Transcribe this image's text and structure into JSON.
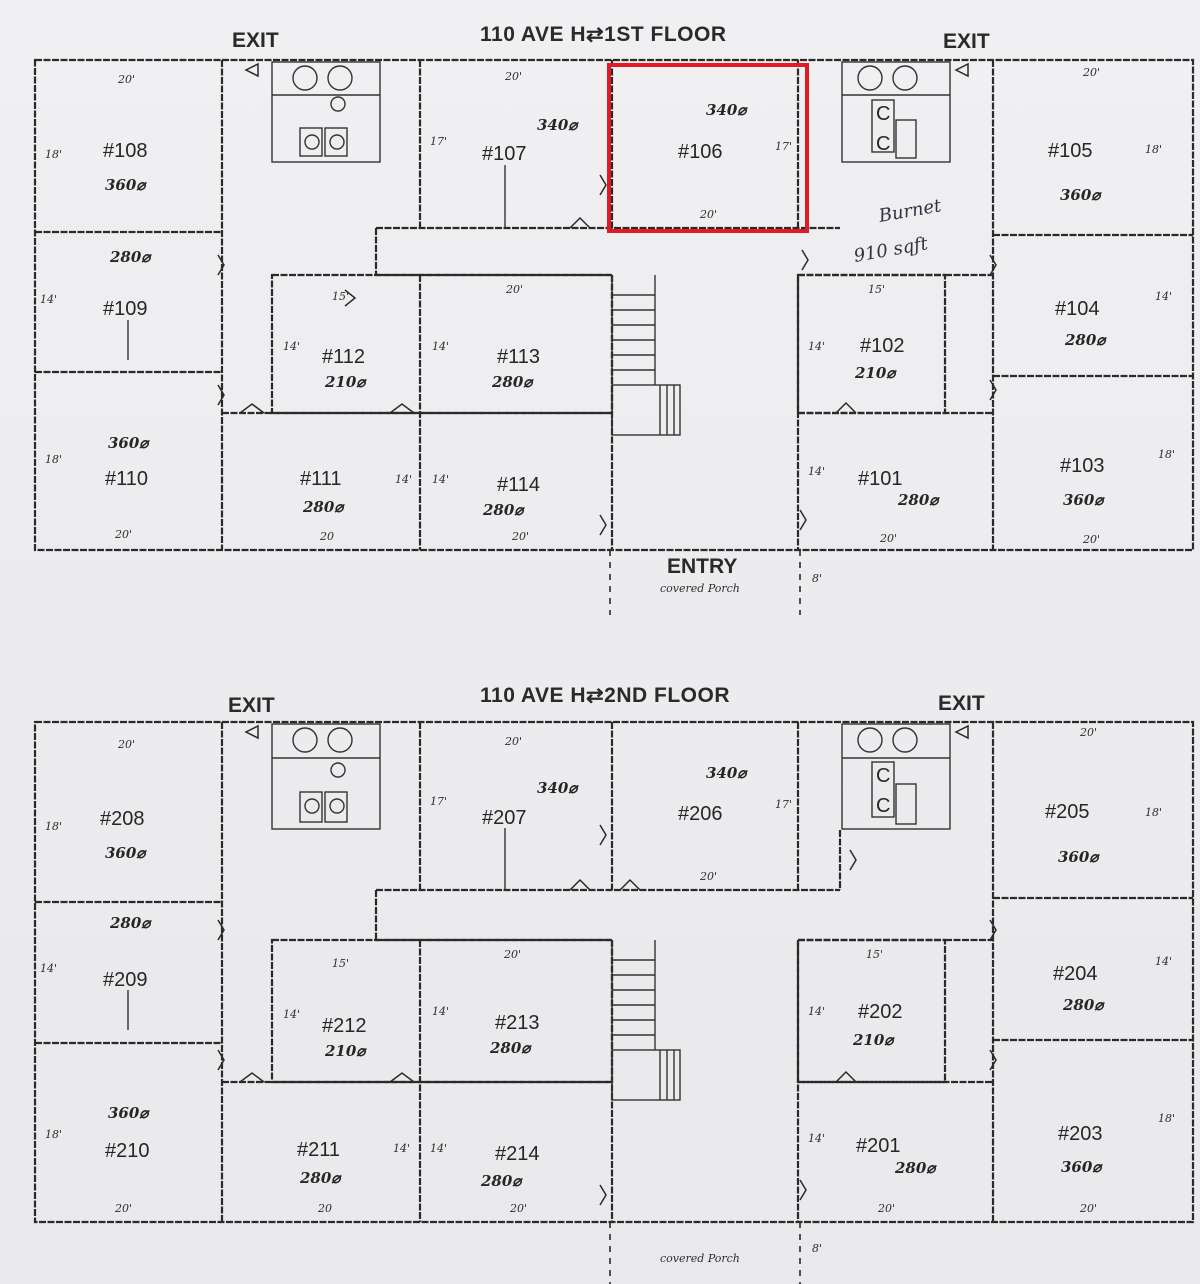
{
  "first_floor": {
    "title": "110 AVE H⇄1ST FLOOR",
    "exit_left": "EXIT",
    "exit_right": "EXIT",
    "entry": "ENTRY",
    "porch": "covered Porch",
    "porch_dim": "8'",
    "rooms": [
      {
        "id": "#108",
        "area": "360⌀",
        "dims": [
          "20'",
          "18'"
        ]
      },
      {
        "id": "#107",
        "area": "340⌀",
        "dims": [
          "20'",
          "17'"
        ]
      },
      {
        "id": "#106",
        "area": "340⌀",
        "dims": [
          "20'",
          "17'"
        ]
      },
      {
        "id": "#105",
        "area": "360⌀",
        "dims": [
          "20'",
          "18'"
        ]
      },
      {
        "id": "#109",
        "area": "280⌀",
        "dims": [
          "14'"
        ]
      },
      {
        "id": "#112",
        "area": "210⌀",
        "dims": [
          "15'",
          "14'"
        ]
      },
      {
        "id": "#113",
        "area": "280⌀",
        "dims": [
          "20'",
          "14'"
        ]
      },
      {
        "id": "#102",
        "area": "210⌀",
        "dims": [
          "15'",
          "14'"
        ]
      },
      {
        "id": "#104",
        "area": "280⌀",
        "dims": [
          "14'"
        ]
      },
      {
        "id": "#110",
        "area": "360⌀",
        "dims": [
          "20'",
          "18'"
        ]
      },
      {
        "id": "#111",
        "area": "280⌀",
        "dims": [
          "20",
          "14'"
        ]
      },
      {
        "id": "#114",
        "area": "280⌀",
        "dims": [
          "20'",
          "14'"
        ]
      },
      {
        "id": "#101",
        "area": "280⌀",
        "dims": [
          "20'",
          "14'"
        ]
      },
      {
        "id": "#103",
        "area": "360⌀",
        "dims": [
          "20'",
          "18'"
        ]
      }
    ],
    "handwritten_note": "Burnet",
    "handwritten_sqft": "910 sqft",
    "highlighted_room": "#106"
  },
  "second_floor": {
    "title": "110 AVE H⇄2ND FLOOR",
    "exit_left": "EXIT",
    "exit_right": "EXIT",
    "porch": "covered Porch",
    "porch_dim": "8'",
    "rooms": [
      {
        "id": "#208",
        "area": "360⌀",
        "dims": [
          "20'",
          "18'"
        ]
      },
      {
        "id": "#207",
        "area": "340⌀",
        "dims": [
          "20'",
          "17'"
        ]
      },
      {
        "id": "#206",
        "area": "340⌀",
        "dims": [
          "20'",
          "17'"
        ]
      },
      {
        "id": "#205",
        "area": "360⌀",
        "dims": [
          "20'",
          "18'"
        ]
      },
      {
        "id": "#209",
        "area": "280⌀",
        "dims": [
          "14'"
        ]
      },
      {
        "id": "#212",
        "area": "210⌀",
        "dims": [
          "15'",
          "14'"
        ]
      },
      {
        "id": "#213",
        "area": "280⌀",
        "dims": [
          "20'",
          "14'"
        ]
      },
      {
        "id": "#202",
        "area": "210⌀",
        "dims": [
          "15'",
          "14'"
        ]
      },
      {
        "id": "#204",
        "area": "280⌀",
        "dims": [
          "14'"
        ]
      },
      {
        "id": "#210",
        "area": "360⌀",
        "dims": [
          "20'",
          "18'"
        ]
      },
      {
        "id": "#211",
        "area": "280⌀",
        "dims": [
          "20",
          "14'"
        ]
      },
      {
        "id": "#214",
        "area": "280⌀",
        "dims": [
          "20'",
          "14'"
        ]
      },
      {
        "id": "#201",
        "area": "280⌀",
        "dims": [
          "20'",
          "14'"
        ]
      },
      {
        "id": "#203",
        "area": "360⌀",
        "dims": [
          "20'",
          "18'"
        ]
      }
    ]
  },
  "colors": {
    "ink": "#2a2a2a",
    "paper": "#eeeef0",
    "highlight": "#e01b24"
  }
}
